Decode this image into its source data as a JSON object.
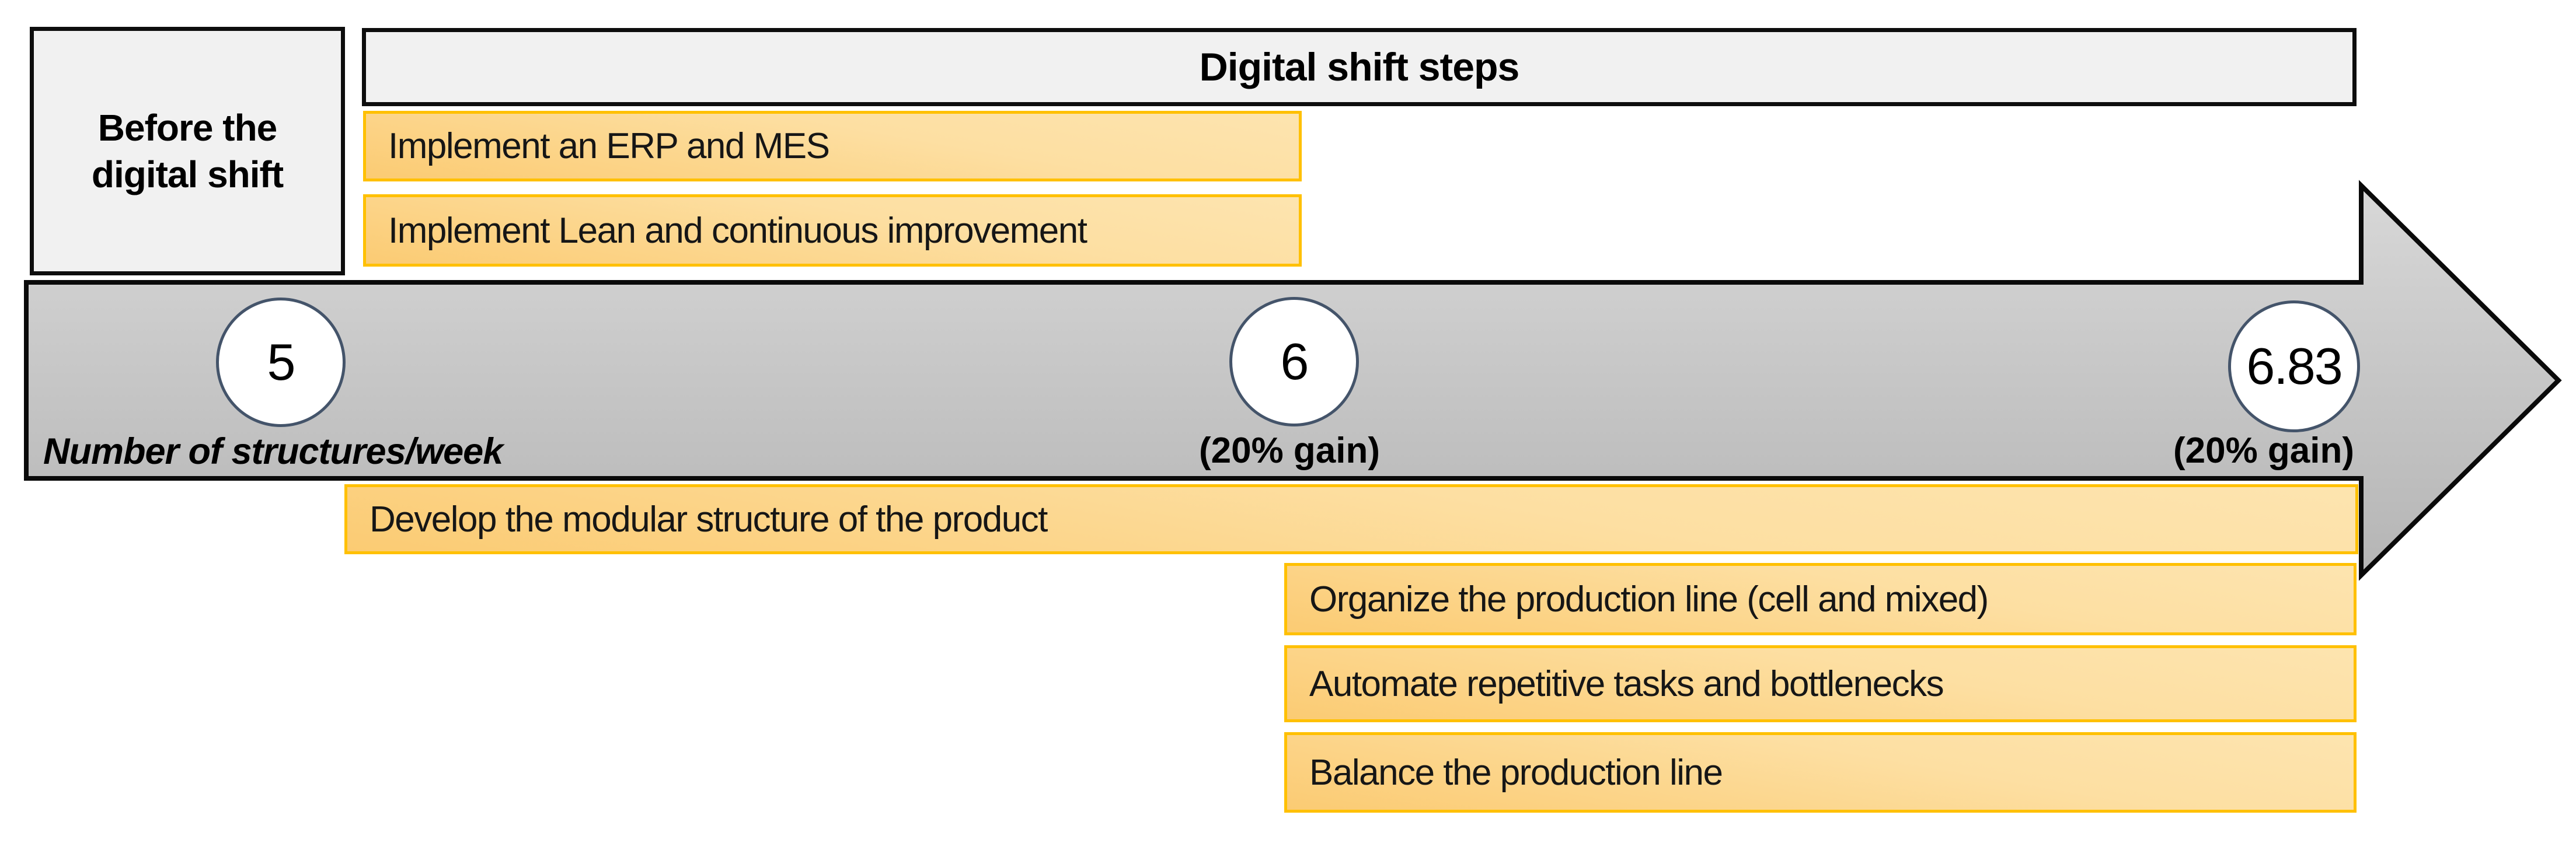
{
  "before_box": {
    "line1": "Before the",
    "line2": "digital shift"
  },
  "header": {
    "title": "Digital shift steps"
  },
  "steps": {
    "top": [
      {
        "label": "Implement an ERP and MES"
      },
      {
        "label": "Implement Lean and continuous improvement"
      }
    ],
    "bottom": [
      {
        "label": "Develop the modular structure of the product"
      },
      {
        "label": "Organize the production line (cell and mixed)"
      },
      {
        "label": "Automate repetitive tasks and bottlenecks"
      },
      {
        "label": "Balance the production line"
      }
    ]
  },
  "timeline": {
    "axis_label": "Number of structures/week",
    "milestones": [
      {
        "value": "5",
        "gain": ""
      },
      {
        "value": "6",
        "gain": "(20% gain)"
      },
      {
        "value": "6.83",
        "gain": "(20% gain)"
      }
    ]
  },
  "colors": {
    "step_fill_light": "#FDE4AF",
    "step_fill_dark": "#FBCB73",
    "step_border": "#FFC000",
    "arrow_fill_light": "#D6D6D6",
    "arrow_fill_dark": "#B8B8B8",
    "arrow_outline": "#0A0A0A",
    "box_fill": "#F1F1F1",
    "box_outline": "#0D0D0D",
    "circle_border": "#44546A",
    "circle_fill": "#FFFFFF"
  }
}
